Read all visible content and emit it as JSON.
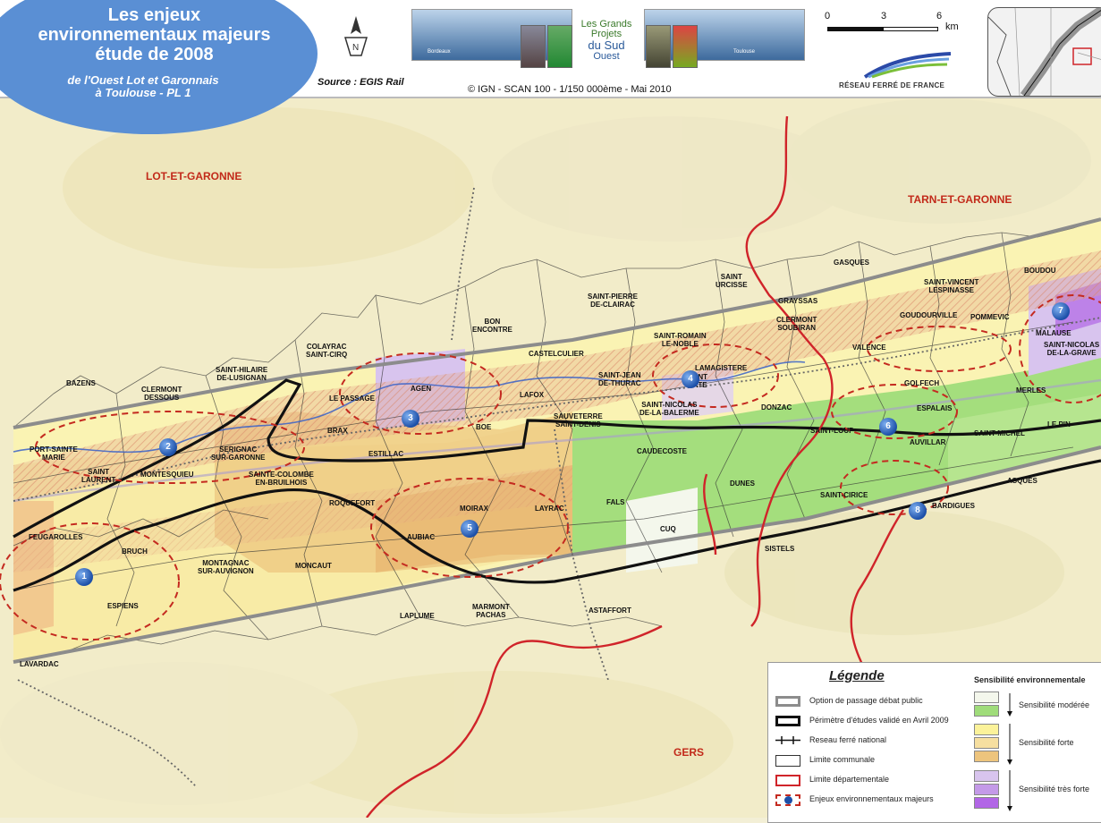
{
  "header": {
    "title_lines": [
      "Les enjeux",
      "environnementaux majeurs",
      "étude de 2008"
    ],
    "subtitle_lines": [
      "de l'Ouest Lot et Garonnais",
      "à Toulouse - PL 1"
    ],
    "source": "Source : EGIS Rail",
    "photo_captions": [
      "Bordeaux",
      "Toulouse"
    ],
    "logo_lines": [
      "Les Grands",
      "Projets",
      "du Sud",
      "Ouest"
    ],
    "ign_credit": "© IGN - SCAN 100 - 1/150 000ème - Mai 2010",
    "scale_labels": [
      "0",
      "3",
      "6",
      "km"
    ],
    "rff": "RÉSEAU FERRÉ DE FRANCE"
  },
  "departments": [
    "LOT-ET-GARONNE",
    "TARN-ET-GARONNE",
    "GERS"
  ],
  "communes": [
    "BAZENS",
    "CLERMONT\nDESSOUS",
    "SAINT-HILAIRE\nDE-LUSIGNAN",
    "COLAYRAC\nSAINT-CIRQ",
    "BON\nENCONTRE",
    "SAINT-PIERRE\nDE-CLAIRAC",
    "SAINT\nURCISSE",
    "GASQUES",
    "GRAYSSAS",
    "CLERMONT\nSOUBIRAN",
    "SAINT-VINCENT\nLESPINASSE",
    "BOUDOU",
    "GOUDOURVILLE",
    "POMMEVIC",
    "MALAUSE",
    "SAINT-NICOLAS\nDE-LA-GRAVE",
    "SAINT-ROMAIN\nLE-NOBLE",
    "LAMAGISTERE",
    "VALENCE",
    "GOLFECH",
    "CASTELCULIER",
    "AGEN",
    "LE PASSAGE",
    "SAINT-JEAN\nDE-THURAC",
    "LAFOX",
    "SAINT-NICOLAS\nDE-LA-BALERME",
    "SAINT\nSIXTE",
    "DONZAC",
    "MERLES",
    "ESPALAIS",
    "PORT-SAINTE\nMARIE",
    "SERIGNAC\nSUR-GARONNE",
    "BRAX",
    "BOE",
    "SAUVETERRE\nSAINT-DENIS",
    "SAINT-LOUP",
    "AUVILLAR",
    "SAINT-MICHEL",
    "LE PIN",
    "SAINT\nLAURENT",
    "MONTESQUIEU",
    "SAINTE-COLOMBE\nEN-BRUILHOIS",
    "ESTILLAC",
    "CAUDECOSTE",
    "ROQUEFORT",
    "DUNES",
    "SAINT-CIRICE",
    "ASQUES",
    "MOIRAX",
    "LAYRAC",
    "FALS",
    "BARDIGUES",
    "FEUGAROLLES",
    "BRUCH",
    "AUBIAC",
    "CUQ",
    "SISTELS",
    "MONTAGNAC\nSUR-AUVIGNON",
    "MONCAUT",
    "ESPIENS",
    "LAPLUME",
    "MARMONT\nPACHAS",
    "ASTAFFORT",
    "LAVARDAC"
  ],
  "enjeux": [
    "1",
    "2",
    "3",
    "4",
    "5",
    "6",
    "7",
    "8"
  ],
  "legend": {
    "title": "Légende",
    "items": [
      "Option de passage débat public",
      "Périmètre d'études validé en Avril 2009",
      "Reseau ferré national",
      "Limite communale",
      "Limite départementale",
      "Enjeux environnementaux majeurs"
    ],
    "sensitivity_title": "Sensibilité environnementale",
    "sensitivity_levels": [
      "Sensibilité modérée",
      "Sensibilité forte",
      "Sensibilité très forte"
    ]
  },
  "colors": {
    "title_blue": "#5a8fd4",
    "department_label": "#c22a1a",
    "dept_border": "#d0242a",
    "study_perimeter": "#111111",
    "passage_option": "#8c8c8c",
    "moderate_green": "#9fdc7a",
    "moderate_white": "#f4f7ec",
    "strong_yellow": "#fbf29a",
    "strong_orange": "#edc47d",
    "very_strong_lilac": "#d8c4ee",
    "very_strong_purple": "#b266e6"
  }
}
